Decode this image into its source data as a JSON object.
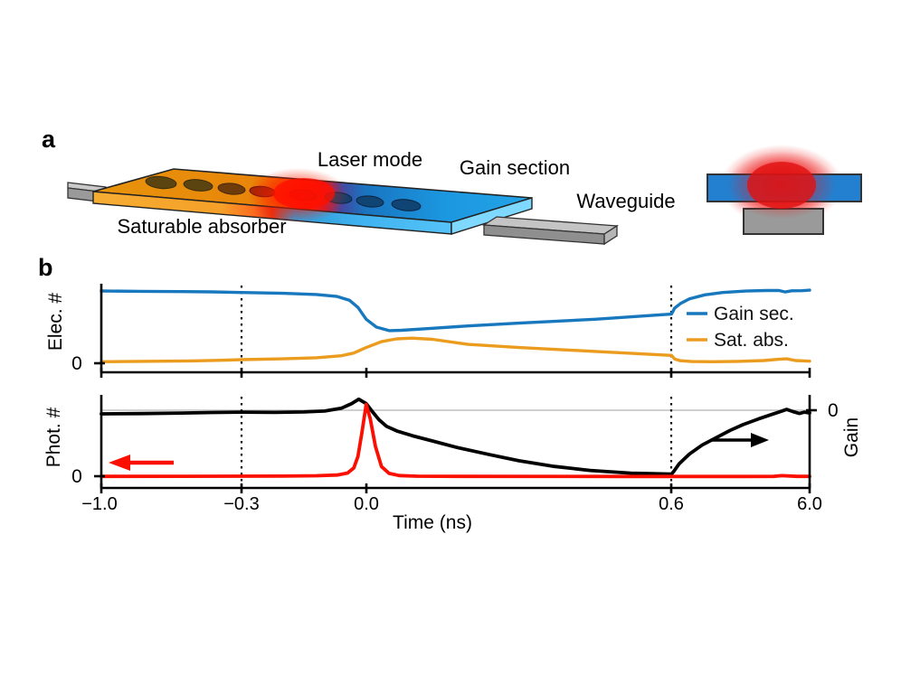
{
  "figure": {
    "type": "scientific-figure",
    "background": "#ffffff"
  },
  "panel_a": {
    "label": "a",
    "annotations": {
      "saturable_absorber": {
        "text": "Saturable absorber",
        "color": "#e8940a"
      },
      "laser_mode": {
        "text": "Laser mode",
        "color": "#f5180c"
      },
      "gain_section": {
        "text": "Gain section",
        "color": "#1878be"
      },
      "waveguide": {
        "text": "Waveguide",
        "color": "#8c8c8c"
      }
    }
  },
  "panel_b": {
    "label": "b",
    "time_axis": {
      "label": "Time (ns)",
      "tick_labels": [
        "−1.0",
        "−0.3",
        "0.0",
        "0.6",
        "6.0"
      ],
      "tick_values": [
        -1.0,
        -0.3,
        0.0,
        0.6,
        6.0
      ],
      "tick_fractions": [
        0,
        0.198,
        0.374,
        0.805,
        1
      ],
      "scale_break_lines_at": [
        -0.3,
        0.6
      ]
    },
    "top_plot": {
      "ylabel": "Elec. #",
      "ytick": "0",
      "legend": [
        {
          "label": "Gain sec.",
          "color": "#1878be"
        },
        {
          "label": "Sat. abs.",
          "color": "#eb9c1e"
        }
      ]
    },
    "bottom_plot": {
      "ylabel_left": "Phot. #",
      "ytick_left": "0",
      "ylabel_right": "Gain",
      "ytick_right": "0",
      "gain_zero_line_color": "#c9c9c9",
      "left_arrow_color": "#fa0f00",
      "right_arrow_color": "#000000"
    }
  },
  "colors": {
    "plot_blue": "#1878be",
    "plot_orange": "#eb9c1e",
    "plot_red": "#fa0f00",
    "plot_black": "#000000",
    "gray_reference_line": "#c9c9c9",
    "device_orange": "#e8940c",
    "device_blue": "#1b9be0",
    "device_gray": "#a8a8a8",
    "glow_red": "#ff1400"
  },
  "chart_data": [
    {
      "type": "line",
      "id": "electron-numbers",
      "ylabel": "Elec. #",
      "xlabel": "Time (ns)",
      "x_ticks": [
        -1.0,
        -0.3,
        0.0,
        0.6,
        6.0
      ],
      "x_tick_fractions": [
        0,
        0.198,
        0.374,
        0.805,
        1
      ],
      "y_ticks": [
        "0"
      ],
      "y_units": "relative (only 0 labeled)",
      "vlines": [
        -0.3,
        0.6
      ],
      "legend_position": "right",
      "series": [
        {
          "name": "Gain sec.",
          "color": "#1878be",
          "points": [
            [
              -1.0,
              0.92
            ],
            [
              -0.8,
              0.915
            ],
            [
              -0.6,
              0.912
            ],
            [
              -0.45,
              0.908
            ],
            [
              -0.3,
              0.9
            ],
            [
              -0.2,
              0.89
            ],
            [
              -0.12,
              0.875
            ],
            [
              -0.07,
              0.85
            ],
            [
              -0.04,
              0.8
            ],
            [
              -0.02,
              0.71
            ],
            [
              0.0,
              0.56
            ],
            [
              0.02,
              0.46
            ],
            [
              0.045,
              0.415
            ],
            [
              0.07,
              0.42
            ],
            [
              0.12,
              0.44
            ],
            [
              0.2,
              0.475
            ],
            [
              0.3,
              0.51
            ],
            [
              0.45,
              0.56
            ],
            [
              0.6,
              0.625
            ],
            [
              0.72,
              0.7
            ],
            [
              0.95,
              0.76
            ],
            [
              1.3,
              0.82
            ],
            [
              1.9,
              0.87
            ],
            [
              2.6,
              0.9
            ],
            [
              3.5,
              0.918
            ],
            [
              4.3,
              0.925
            ],
            [
              4.8,
              0.925
            ],
            [
              5.05,
              0.907
            ],
            [
              5.3,
              0.922
            ],
            [
              5.7,
              0.923
            ],
            [
              6.0,
              0.93
            ]
          ]
        },
        {
          "name": "Sat. abs.",
          "color": "#eb9c1e",
          "points": [
            [
              -1.0,
              0.02
            ],
            [
              -0.75,
              0.025
            ],
            [
              -0.55,
              0.03
            ],
            [
              -0.4,
              0.038
            ],
            [
              -0.3,
              0.046
            ],
            [
              -0.2,
              0.056
            ],
            [
              -0.12,
              0.07
            ],
            [
              -0.06,
              0.095
            ],
            [
              -0.03,
              0.13
            ],
            [
              0.0,
              0.2
            ],
            [
              0.03,
              0.275
            ],
            [
              0.06,
              0.31
            ],
            [
              0.09,
              0.32
            ],
            [
              0.13,
              0.305
            ],
            [
              0.2,
              0.24
            ],
            [
              0.3,
              0.2
            ],
            [
              0.45,
              0.15
            ],
            [
              0.6,
              0.1
            ],
            [
              0.72,
              0.055
            ],
            [
              0.95,
              0.032
            ],
            [
              1.4,
              0.022
            ],
            [
              2.2,
              0.02
            ],
            [
              3.2,
              0.024
            ],
            [
              4.2,
              0.034
            ],
            [
              4.8,
              0.05
            ],
            [
              5.1,
              0.056
            ],
            [
              5.45,
              0.035
            ],
            [
              6.0,
              0.026
            ]
          ]
        }
      ]
    },
    {
      "type": "line",
      "id": "photon-number-and-gain",
      "ylabel_left": "Phot. #",
      "ylabel_right": "Gain",
      "xlabel": "Time (ns)",
      "x_ticks": [
        -1.0,
        -0.3,
        0.0,
        0.6,
        6.0
      ],
      "x_tick_fractions": [
        0,
        0.198,
        0.374,
        0.805,
        1
      ],
      "y_ticks_left": [
        "0"
      ],
      "y_ticks_right": [
        "0"
      ],
      "hlines": [
        {
          "axis": "right",
          "value": 0,
          "color": "#c9c9c9"
        }
      ],
      "vlines": [
        -0.3,
        0.6
      ],
      "series": [
        {
          "name": "Phot. #",
          "axis": "left",
          "color": "#fa0f00",
          "points": [
            [
              -1.0,
              0.004
            ],
            [
              -0.6,
              0.005
            ],
            [
              -0.35,
              0.006
            ],
            [
              -0.2,
              0.008
            ],
            [
              -0.12,
              0.012
            ],
            [
              -0.07,
              0.022
            ],
            [
              -0.045,
              0.05
            ],
            [
              -0.03,
              0.12
            ],
            [
              -0.02,
              0.28
            ],
            [
              -0.01,
              0.62
            ],
            [
              0.0,
              1.0
            ],
            [
              0.008,
              0.8
            ],
            [
              0.018,
              0.42
            ],
            [
              0.03,
              0.14
            ],
            [
              0.045,
              0.045
            ],
            [
              0.065,
              0.015
            ],
            [
              0.1,
              0.006
            ],
            [
              0.2,
              0.004
            ],
            [
              0.5,
              0.003
            ],
            [
              1.0,
              0.003
            ],
            [
              2.0,
              0.003
            ],
            [
              3.5,
              0.003
            ],
            [
              4.6,
              0.004
            ],
            [
              4.9,
              0.014
            ],
            [
              5.15,
              0.01
            ],
            [
              5.5,
              0.004
            ],
            [
              6.0,
              0.004
            ]
          ]
        },
        {
          "name": "Gain",
          "axis": "right",
          "color": "#000000",
          "points": [
            [
              -1.0,
              -0.054
            ],
            [
              -0.8,
              -0.05
            ],
            [
              -0.6,
              -0.042
            ],
            [
              -0.45,
              -0.034
            ],
            [
              -0.3,
              -0.028
            ],
            [
              -0.22,
              -0.032
            ],
            [
              -0.15,
              -0.026
            ],
            [
              -0.1,
              -0.012
            ],
            [
              -0.06,
              0.03
            ],
            [
              -0.035,
              0.1
            ],
            [
              -0.018,
              0.165
            ],
            [
              0.0,
              0.1
            ],
            [
              0.012,
              -0.02
            ],
            [
              0.025,
              -0.14
            ],
            [
              0.04,
              -0.24
            ],
            [
              0.06,
              -0.31
            ],
            [
              0.09,
              -0.38
            ],
            [
              0.13,
              -0.46
            ],
            [
              0.18,
              -0.56
            ],
            [
              0.24,
              -0.66
            ],
            [
              0.3,
              -0.755
            ],
            [
              0.37,
              -0.84
            ],
            [
              0.44,
              -0.9
            ],
            [
              0.52,
              -0.94
            ],
            [
              0.6,
              -0.955
            ],
            [
              0.7,
              -0.91
            ],
            [
              0.9,
              -0.8
            ],
            [
              1.3,
              -0.655
            ],
            [
              1.8,
              -0.52
            ],
            [
              2.3,
              -0.42
            ],
            [
              2.9,
              -0.3
            ],
            [
              3.4,
              -0.215
            ],
            [
              4.0,
              -0.13
            ],
            [
              4.5,
              -0.065
            ],
            [
              4.9,
              -0.015
            ],
            [
              5.1,
              0.012
            ],
            [
              5.35,
              -0.02
            ],
            [
              5.6,
              -0.048
            ],
            [
              5.8,
              -0.028
            ],
            [
              6.0,
              -0.04
            ]
          ]
        }
      ]
    }
  ]
}
